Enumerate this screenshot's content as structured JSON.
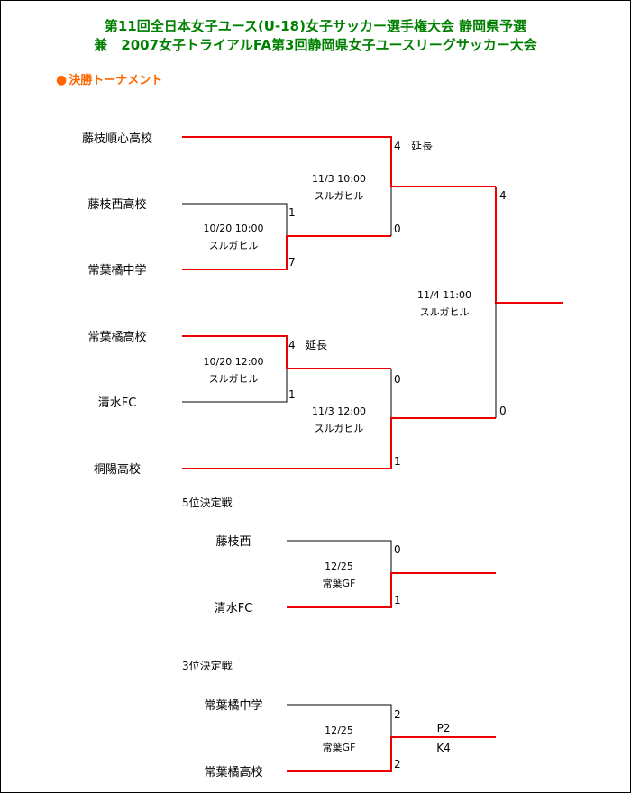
{
  "header": {
    "title_line1": "第11回全日本女子ユース(U-18)女子サッカー選手権大会 静岡県予選",
    "title_line2": "兼　2007女子トライアルFA第3回静岡県女子ユースリーグサッカー大会"
  },
  "section": {
    "bullet": "●",
    "label": "決勝トーナメント"
  },
  "teams": [
    "藤枝順心高校",
    "藤枝西高校",
    "常葉橘中学",
    "常葉橘高校",
    "清水FC",
    "桐陽高校"
  ],
  "matches": {
    "r1a": {
      "date": "10/20 10:00",
      "venue": "スルガヒル",
      "score_top": "1",
      "score_bottom": "7"
    },
    "r1b": {
      "date": "10/20 12:00",
      "venue": "スルガヒル",
      "score_top": "4",
      "note_top": "延長",
      "score_bottom": "1"
    },
    "sf1": {
      "date": "11/3 10:00",
      "venue": "スルガヒル",
      "score_top": "4",
      "note_top": "延長",
      "score_bottom": "0"
    },
    "sf2": {
      "date": "11/3 12:00",
      "venue": "スルガヒル",
      "score_top": "0",
      "score_bottom": "1"
    },
    "final": {
      "date": "11/4 11:00",
      "venue": "スルガヒル",
      "score_top": "4",
      "score_bottom": "0"
    }
  },
  "fifth_place": {
    "heading": "5位決定戦",
    "team_top": "藤枝西",
    "team_bottom": "清水FC",
    "date": "12/25",
    "venue": "常葉GF",
    "score_top": "0",
    "score_bottom": "1"
  },
  "third_place": {
    "heading": "3位決定戦",
    "team_top": "常葉橘中学",
    "team_bottom": "常葉橘高校",
    "date": "12/25",
    "venue": "常葉GF",
    "score_top": "2",
    "score_bottom": "2",
    "pk_label": "P2",
    "pk_score": "K4"
  }
}
